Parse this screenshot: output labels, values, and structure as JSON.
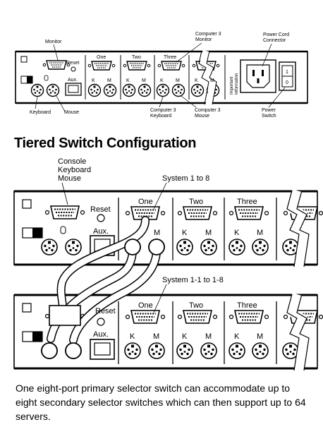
{
  "top_diagram": {
    "labels": {
      "monitor": "Monitor",
      "computer3_monitor": [
        "Computer 3",
        "Monitor"
      ],
      "power_cord_connector": [
        "Power Cord",
        "Connector"
      ],
      "reset": "Reset",
      "aux": "Aux.",
      "port_one": "One",
      "port_two": "Two",
      "port_three": "Three",
      "k": "K",
      "m": "M",
      "important_info": [
        "Important",
        "Information"
      ],
      "power_on": "1",
      "power_off": "0",
      "keyboard": "Keyboard",
      "mouse": "Mouse",
      "computer3_keyboard": [
        "Computer 3",
        "Keyboard"
      ],
      "computer3_mouse": [
        "Computer 3",
        "Mouse"
      ],
      "power_switch": [
        "Power",
        "Switch"
      ]
    }
  },
  "title": "Tiered Switch Configuration",
  "bottom_diagram": {
    "console_label": [
      "Console",
      "Keyboard",
      "Mouse"
    ],
    "system_1_to_8": "System 1 to 8",
    "system_1_1_to_1_8": "System 1-1 to 1-8",
    "reset": "Reset",
    "aux": "Aux.",
    "port_one": "One",
    "port_two": "Two",
    "port_three": "Three",
    "k": "K",
    "m": "M"
  },
  "caption": "One eight-port primary selector switch can accommodate up to eight secondary selector switches which can then support up to 64 servers."
}
